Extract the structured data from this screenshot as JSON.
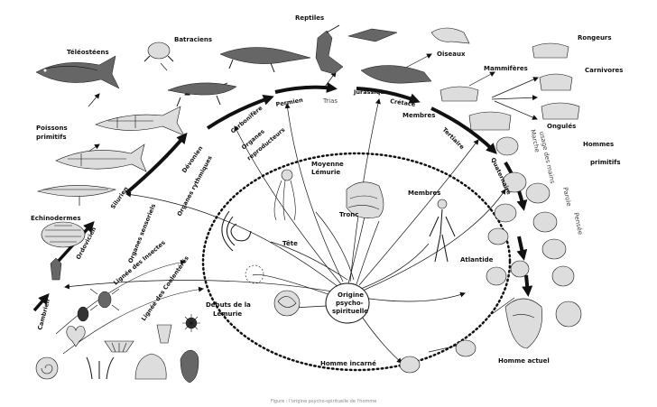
{
  "labels": {
    "teleosteens": "Téléostéens",
    "batraciens": "Batraciens",
    "reptiles": "Reptiles",
    "oiseaux": "Oiseaux",
    "rongeurs": "Rongeurs",
    "mammiferes": "Mammifères",
    "carnivores": "Carnivores",
    "ongules": "Ongulés",
    "hommes_primitifs_1": "Hommes",
    "hommes_primitifs_2": "primitifs",
    "poissons_1": "Poissons",
    "poissons_2": "primitifs",
    "echinodermes": "Echinodermes",
    "cambrien": "Cambrien",
    "ordovicien": "Ordovicien",
    "silurien": "Silurien",
    "devonien": "Dévonien",
    "carbonifere": "Carbonifère",
    "permien": "Permien",
    "trias": "Trias",
    "jurassique": "Jurassique",
    "cretace": "Crétacé",
    "tertiaire": "Tertiaire",
    "quaternaire": "Quaternaire",
    "organes_sensoriels": "Organes sensoriels",
    "organes_rythmiques": "Organes rythmiques",
    "organes_reproducteurs_1": "Organes",
    "organes_reproducteurs_2": "reproducteurs",
    "membres_top": "Membres",
    "moyenne_lemurie_1": "Moyenne",
    "moyenne_lemurie_2": "Lémurie",
    "tete": "Tête",
    "tronc": "Tronc",
    "membres_mid": "Membres",
    "atlantide": "Atlantide",
    "lignee_insectes": "Lignée des Insectes",
    "lignee_coelenteres": "Lignée des Coelentérés",
    "debuts_lemurie_1": "Débuts de la",
    "debuts_lemurie_2": "Lémurie",
    "origine_1": "Origine",
    "origine_2": "psycho-",
    "origine_3": "spirituelle",
    "homme_incarne": "Homme incarné",
    "homme_actuel": "Homme actuel",
    "marche": "Marche",
    "usage_mains": "usage des mains",
    "parole": "Parole",
    "pensee": "Pensée"
  },
  "caption": "Figure : l'origine psycho-spirituelle de l'homme"
}
